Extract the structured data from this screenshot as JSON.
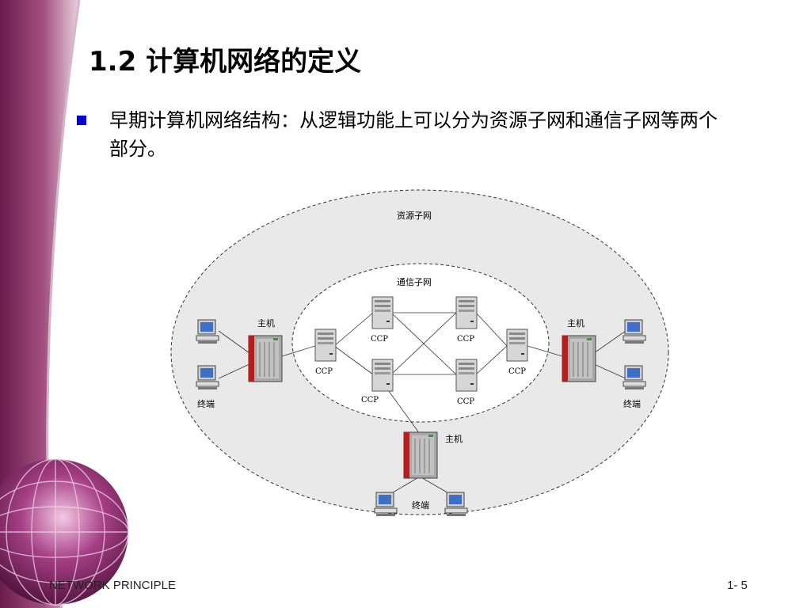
{
  "slide": {
    "title": "1.2 计算机网络的定义",
    "bullet": "早期计算机网络结构：从逻辑功能上可以分为资源子网和通信子网等两个部分。"
  },
  "diagram": {
    "resource_subnet_label": "资源子网",
    "comm_subnet_label": "通信子网",
    "host_label": "主机",
    "terminal_label": "终端",
    "ccp_label": "CCP"
  },
  "footer": {
    "left": "NETWORK PRINCIPLE",
    "right": "1- 5"
  },
  "colors": {
    "bullet": "#0000cc",
    "background_purple": "#7a2457",
    "host_red": "#b02020"
  }
}
